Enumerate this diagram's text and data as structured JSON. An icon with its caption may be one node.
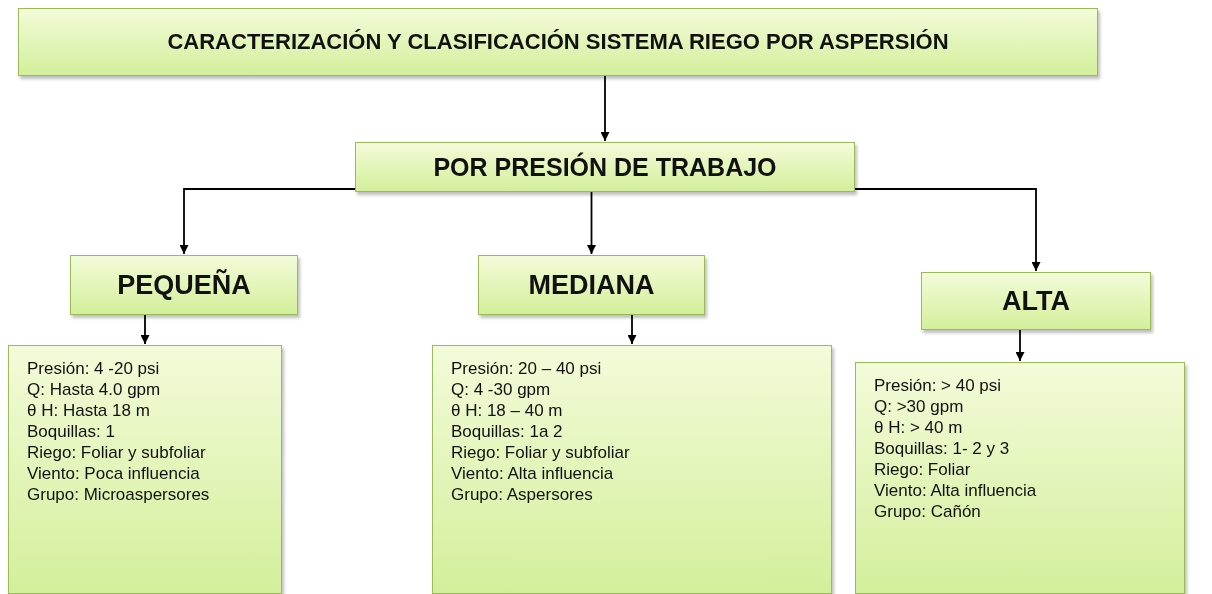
{
  "diagram": {
    "nodes": [
      {
        "text": [
          "CARACTERIZACIÓN Y CLASIFICACIÓN SISTEMA RIEGO POR ASPERSIÓN"
        ]
      },
      {
        "text": [
          "POR PRESIÓN DE TRABAJO"
        ]
      },
      {
        "text": [
          "PEQUEÑA"
        ]
      },
      {
        "text": [
          "MEDIANA"
        ]
      },
      {
        "text": [
          "ALTA"
        ]
      },
      {
        "text": [
          "Presión: 4 -20 psi",
          "Q: Hasta 4.0 gpm",
          "θ H: Hasta 18 m",
          "Boquillas: 1",
          "Riego: Foliar y subfoliar",
          "Viento: Poca influencia",
          "Grupo: Microaspersores"
        ]
      },
      {
        "text": [
          "Presión: 20 – 40 psi",
          "Q: 4 -30 gpm",
          "θ H: 18 – 40 m",
          "Boquillas: 1a 2",
          "Riego: Foliar y subfoliar",
          "Viento: Alta influencia",
          "Grupo: Aspersores"
        ]
      },
      {
        "text": [
          "Presión: > 40 psi",
          "Q: >30 gpm",
          "θ H: > 40 m",
          "Boquillas: 1- 2 y 3",
          "Riego: Foliar",
          "Viento: Alta influencia",
          "Grupo: Cañón"
        ]
      }
    ],
    "edges": [
      {
        "from": 0,
        "to": 1,
        "arrow": "to"
      },
      {
        "from": 1,
        "to": 2,
        "arrow": "to"
      },
      {
        "from": 1,
        "to": 3,
        "arrow": "to"
      },
      {
        "from": 1,
        "to": 4,
        "arrow": "to"
      },
      {
        "from": 2,
        "to": 5,
        "arrow": "to"
      },
      {
        "from": 3,
        "to": 6,
        "arrow": "to"
      },
      {
        "from": 4,
        "to": 7,
        "arrow": "to"
      }
    ]
  }
}
